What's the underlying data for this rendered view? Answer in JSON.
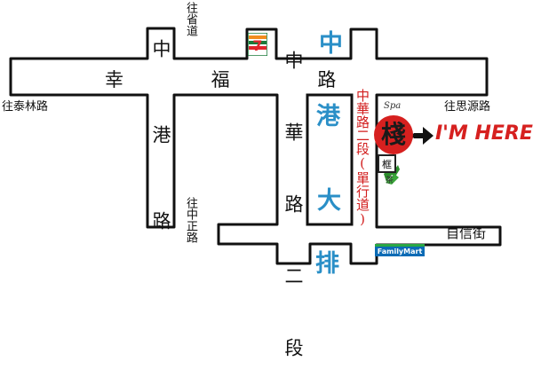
{
  "roads": {
    "xingfu": "幸 福 路",
    "zhonggang": "中 港 路",
    "zhonghua_2": "中 華 路 二 段",
    "zixin": "自信街"
  },
  "water_chars": {
    "zhong": "中",
    "gang": "港",
    "da": "大",
    "pai": "排"
  },
  "directions": {
    "to_shengdao": "往省道",
    "to_tailin": "往泰林路",
    "to_siyuan": "往思源路",
    "to_zhongzheng": "往中正路"
  },
  "oneway_label": "中華路二段(單行道)",
  "hotel": {
    "char": "棧",
    "spa_text": "Spa",
    "marker_text": "I'M HERE",
    "marker_color": "#d6201f"
  },
  "landmarks": {
    "seven_eleven_text": "7",
    "familymart_text": "FamilyMart",
    "box_char": "框",
    "small_tag": "茶"
  },
  "colors": {
    "water": "#2a8fc7",
    "oneway_text": "#d21d1d",
    "road_outline": "#111111"
  }
}
